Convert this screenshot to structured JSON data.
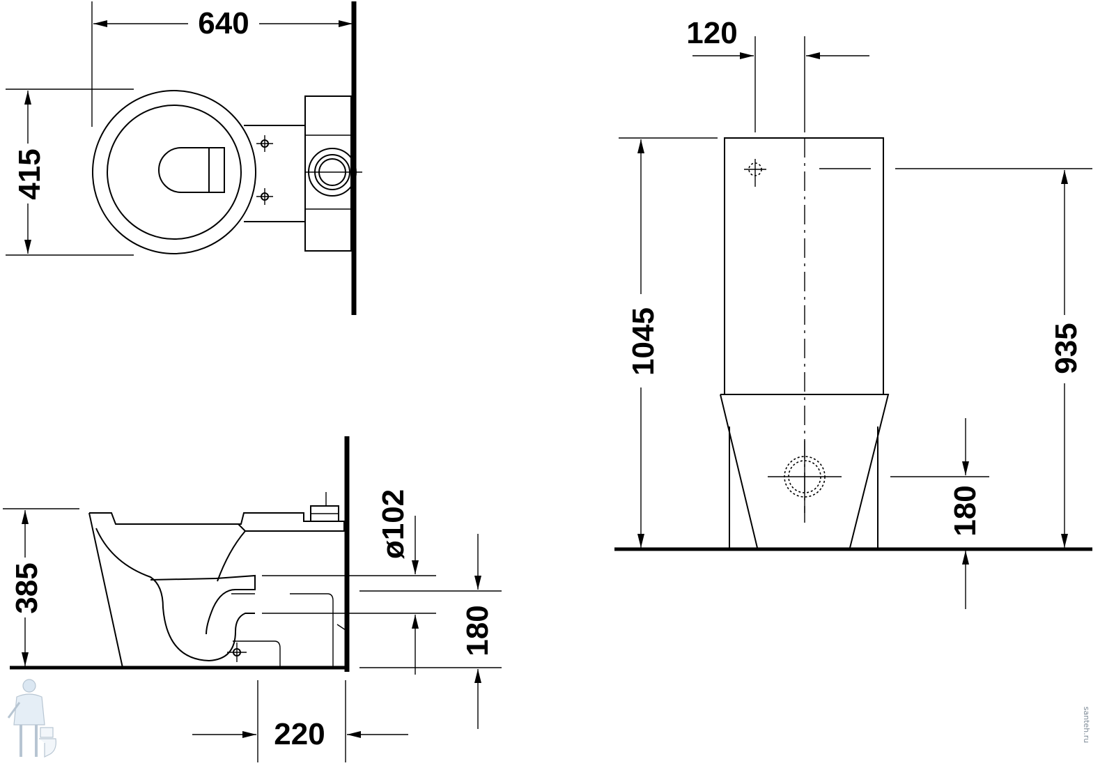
{
  "dimensions": {
    "top_width": "640",
    "top_depth": "415",
    "tank_offset": "120",
    "total_height": "1045",
    "inlet_height": "935",
    "outlet_height_front": "180",
    "bowl_height": "385",
    "outlet_diameter": "ø102",
    "outlet_height_side": "180",
    "outlet_distance": "220"
  },
  "watermark": {
    "text": "santeh.ru",
    "color": "#9fb2c3"
  }
}
